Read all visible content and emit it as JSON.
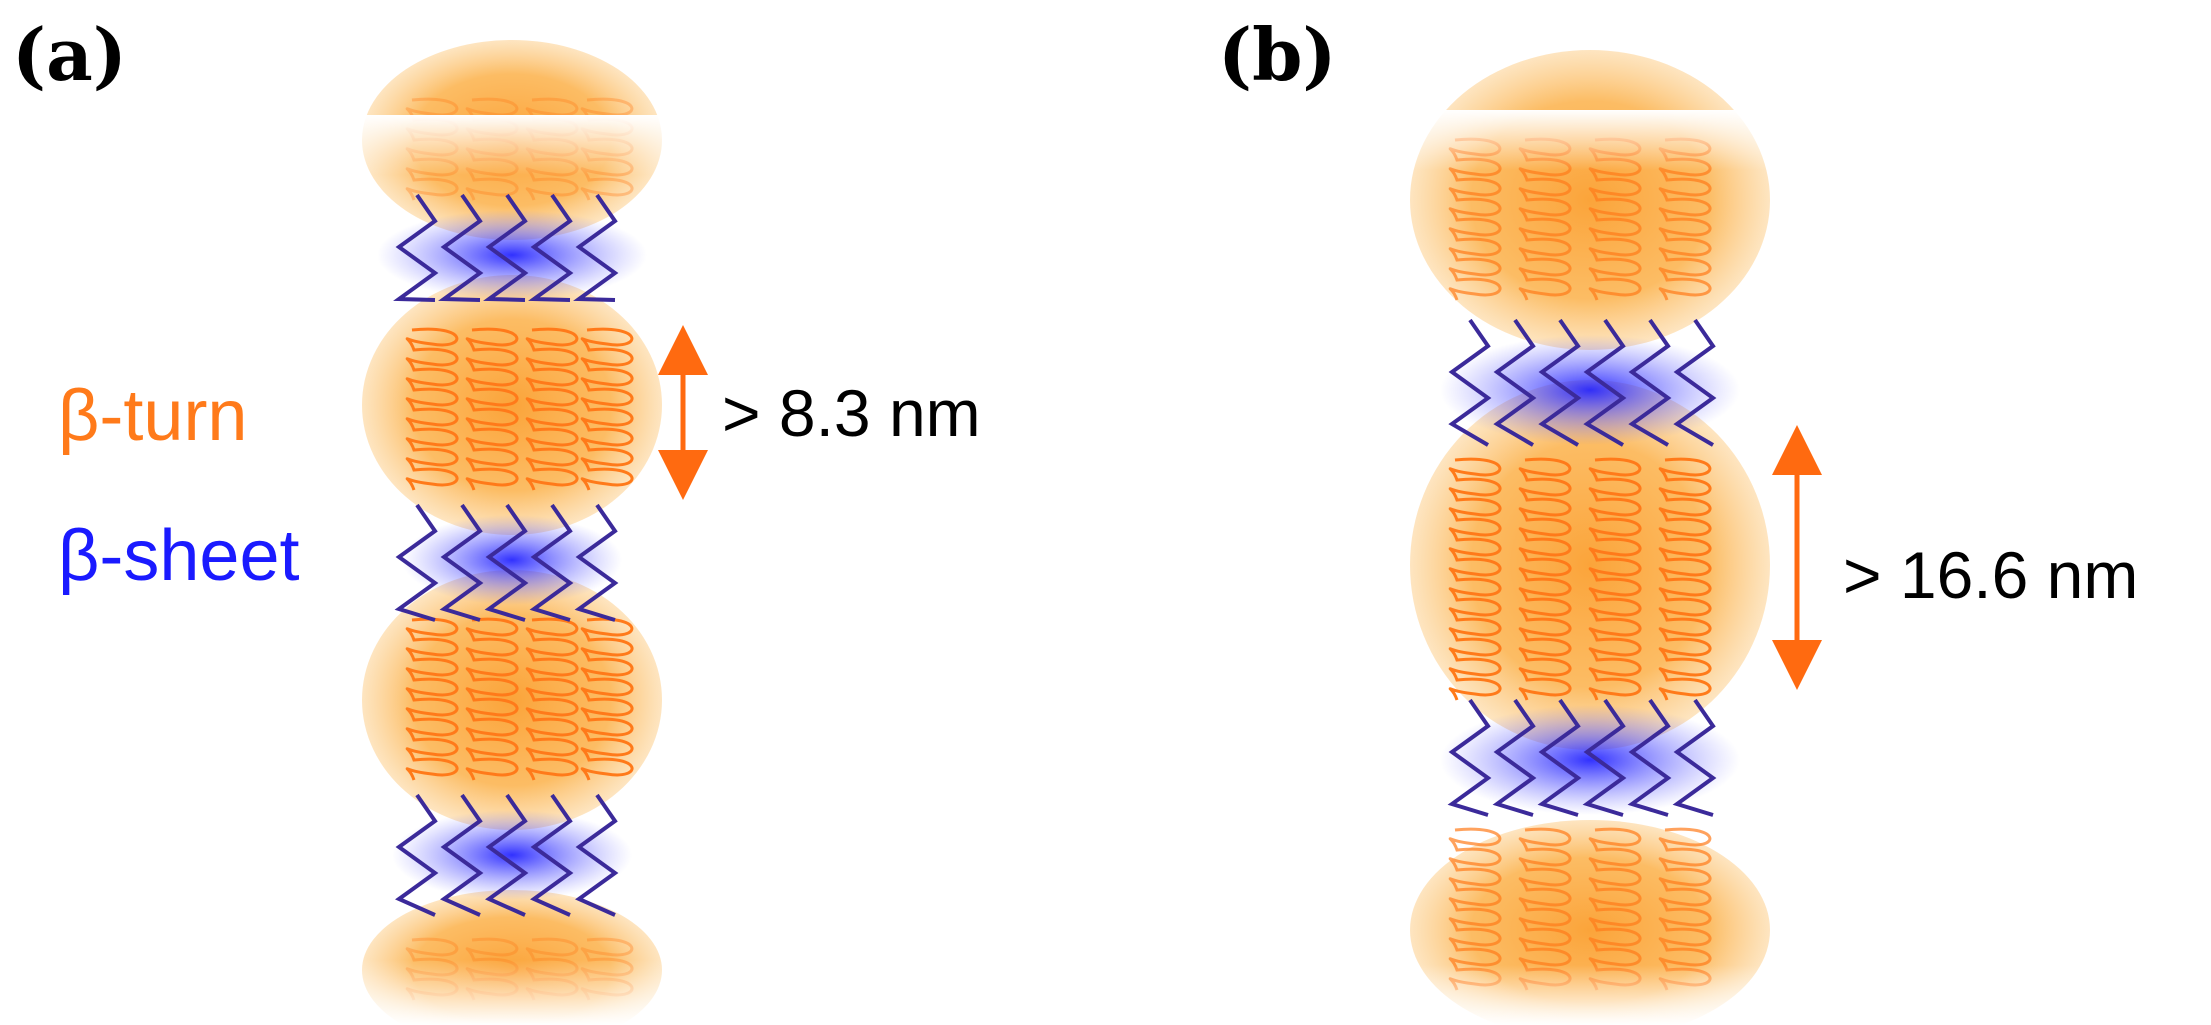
{
  "figure": {
    "panel_a": {
      "label": "(a)",
      "legend_turn": "β-turn",
      "legend_sheet": "β-sheet",
      "dimension": "> 8.3 nm"
    },
    "panel_b": {
      "label": "(b)",
      "dimension": "> 16.6 nm"
    }
  },
  "colors": {
    "turn": "#ff7a1a",
    "turn_fill": "#fcb04a",
    "sheet": "#1a1aff",
    "sheet_line": "#3b2a9a",
    "arrow": "#ff6a10"
  }
}
